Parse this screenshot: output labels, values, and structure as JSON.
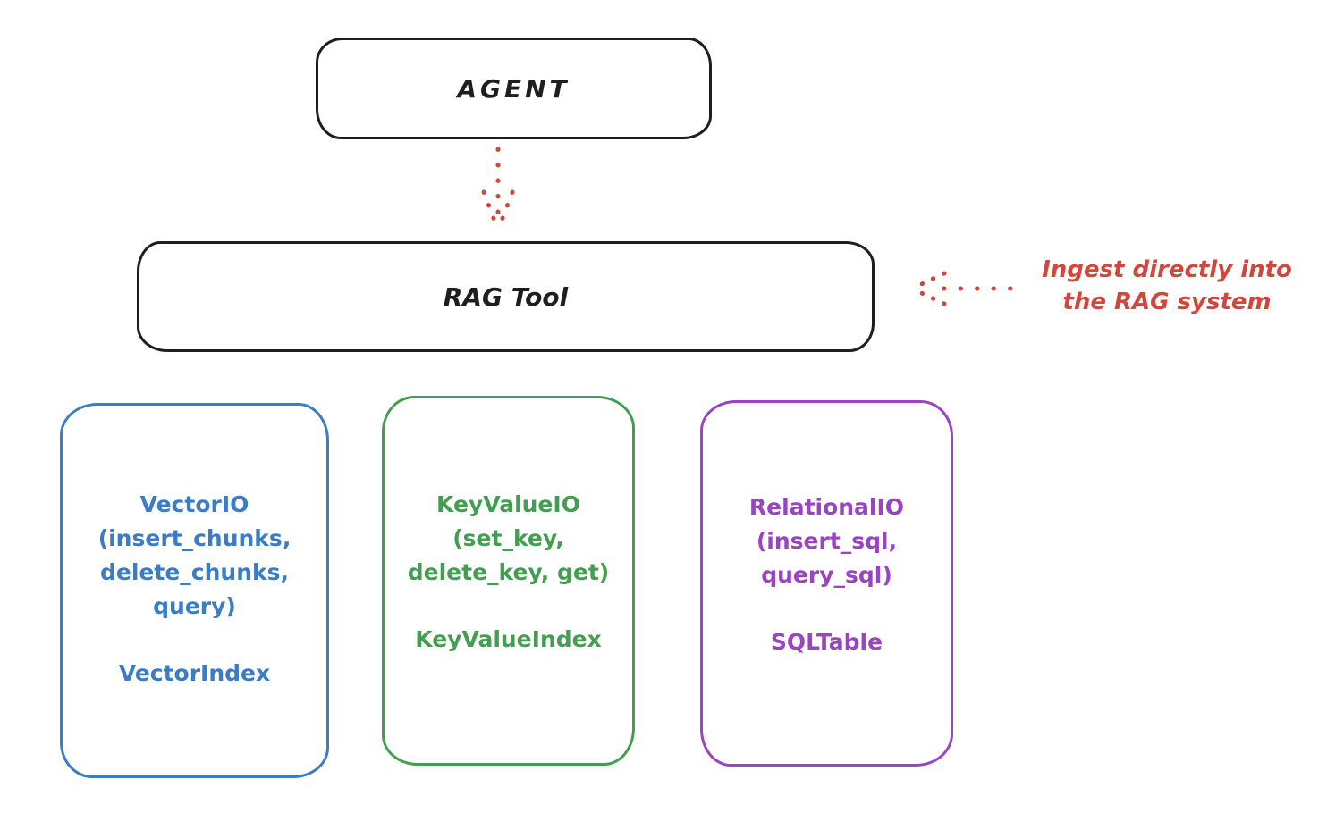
{
  "agent": {
    "label": "AGENT"
  },
  "rag_tool": {
    "label": "RAG Tool"
  },
  "annotation": {
    "text_line1": "Ingest directly into",
    "text_line2": "the RAG system"
  },
  "storage_boxes": [
    {
      "name": "vector-io",
      "lines": [
        "VectorIO",
        "(insert_chunks,",
        "delete_chunks,",
        "query)"
      ],
      "index_label": "VectorIndex",
      "color": "#3b7cc7"
    },
    {
      "name": "keyvalue-io",
      "lines": [
        "KeyValueIO",
        "(set_key,",
        "delete_key, get)"
      ],
      "index_label": "KeyValueIndex",
      "color": "#449e52"
    },
    {
      "name": "relational-io",
      "lines": [
        "RelationalIO",
        "(insert_sql,",
        "query_sql)"
      ],
      "index_label": "SQLTable",
      "color": "#9a44c2"
    }
  ],
  "colors": {
    "box_stroke": "#1e1e1e",
    "arrow_red": "#d2473d",
    "vector_blue": "#3b7cc7",
    "keyvalue_green": "#449e52",
    "relational_purple": "#9a44c2",
    "background": "#ffffff"
  }
}
